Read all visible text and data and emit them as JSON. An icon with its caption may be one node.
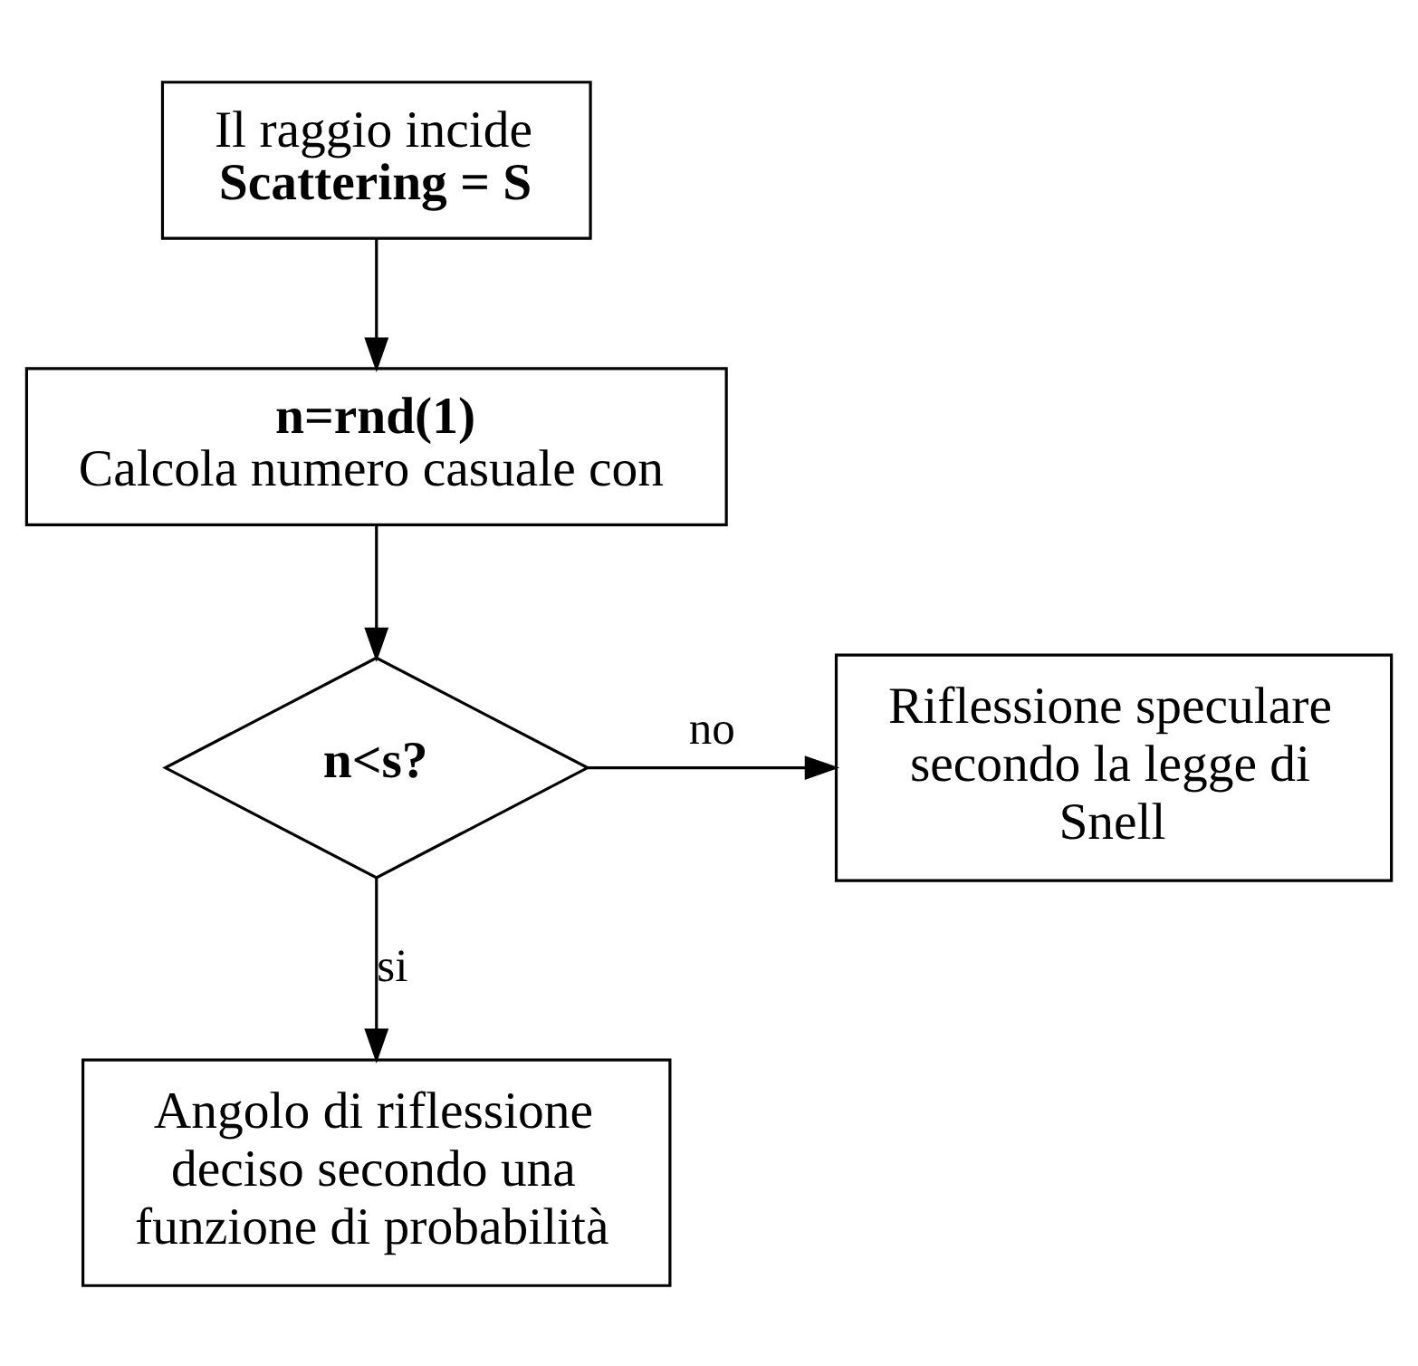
{
  "diagram": {
    "nodes": [
      {
        "text": [
          "Il raggio incide",
          "Scattering = S"
        ]
      },
      {
        "text": [
          "n=rnd(1)",
          "Calcola numero casuale con"
        ]
      },
      {
        "text": [
          "n<s?"
        ]
      },
      {
        "text": [
          "Riflessione speculare secondo la legge di Snell"
        ]
      },
      {
        "text": [
          "Angolo di riflessione deciso secondo una funzione di probabilità"
        ]
      }
    ],
    "edges": [
      {
        "from": 0,
        "to": 1,
        "arrow": "to"
      },
      {
        "from": 1,
        "to": 2,
        "arrow": "to"
      },
      {
        "from": 2,
        "to": 3,
        "arrow": "to",
        "label": "no"
      },
      {
        "from": 2,
        "to": 4,
        "arrow": "to",
        "label": "si"
      }
    ]
  }
}
